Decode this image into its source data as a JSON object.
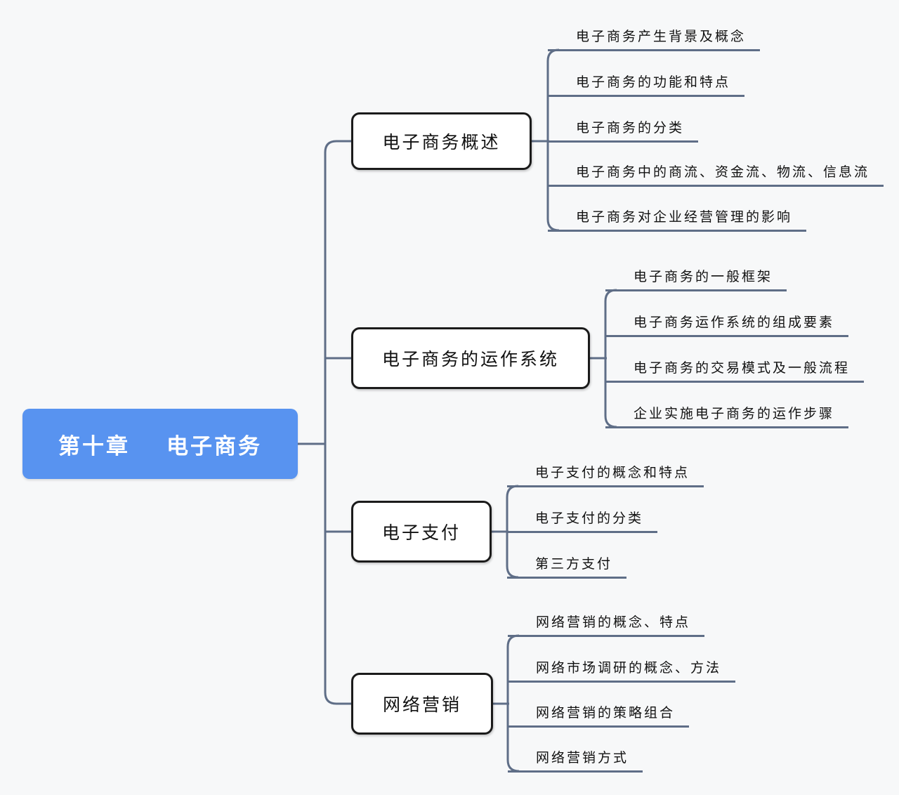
{
  "root": {
    "chapter": "第十章",
    "title": "电子商务"
  },
  "branches": [
    {
      "label": "电子商务概述",
      "leaves": [
        "电子商务产生背景及概念",
        "电子商务的功能和特点",
        "电子商务的分类",
        "电子商务中的商流、资金流、物流、信息流",
        "电子商务对企业经营管理的影响"
      ]
    },
    {
      "label": "电子商务的运作系统",
      "leaves": [
        "电子商务的一般框架",
        "电子商务运作系统的组成要素",
        "电子商务的交易模式及一般流程",
        "企业实施电子商务的运作步骤"
      ]
    },
    {
      "label": "电子支付",
      "leaves": [
        "电子支付的概念和特点",
        "电子支付的分类",
        "第三方支付"
      ]
    },
    {
      "label": "网络营销",
      "leaves": [
        "网络营销的概念、特点",
        "网络市场调研的概念、方法",
        "网络营销的策略组合",
        "网络营销方式"
      ]
    }
  ],
  "colors": {
    "background": "#f7f8f9",
    "connector": "#5f6e87",
    "node_border": "#1b1b1b",
    "node_fill": "#ffffff",
    "root_fill": "#5893f0",
    "root_text": "#ffffff",
    "text": "#111111"
  }
}
